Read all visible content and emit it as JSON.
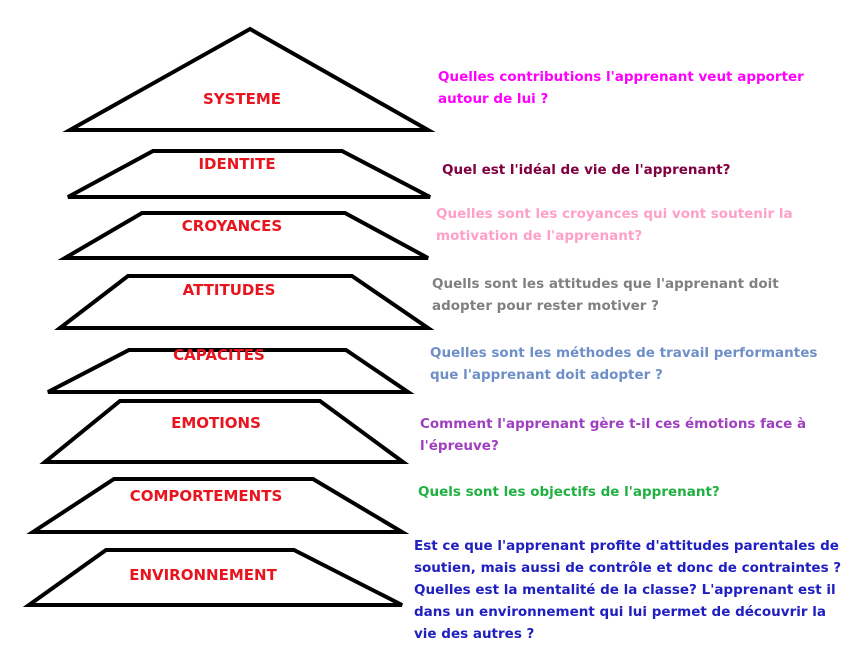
{
  "levels": [
    {
      "label": "SYSTEME",
      "question": "Quelles contributions l'apprenant veut apporter autour de lui ?",
      "color": "#ff00ff"
    },
    {
      "label": "IDENTITE",
      "question": "Quel est l'idéal de vie de l'apprenant?",
      "color": "#800040"
    },
    {
      "label": "CROYANCES",
      "question": "Quelles sont les croyances qui vont soutenir la motivation de l'apprenant?",
      "color": "#ffa0c8"
    },
    {
      "label": "ATTITUDES",
      "question": "Quells sont les attitudes que l'apprenant doit adopter pour rester motiver ?",
      "color": "#808080"
    },
    {
      "label": "CAPACITES",
      "question": "Quelles sont les méthodes de travail performantes que l'apprenant doit adopter ?",
      "color": "#6e8fc8"
    },
    {
      "label": "EMOTIONS",
      "question": "Comment l'apprenant gère t-il ces émotions face à l'épreuve?",
      "color": "#a040c0"
    },
    {
      "label": "COMPORTEMENTS",
      "question": "Quels sont les objectifs de l'apprenant?",
      "color": "#20b040"
    },
    {
      "label": "ENVIRONNEMENT",
      "question": "Est ce que l'apprenant profite d'attitudes parentales de soutien, mais aussi de contrôle et donc de contraintes ? Quelles est la mentalité de la classe? L'apprenant est il dans un environnement qui lui permet de découvrir la vie des autres ?",
      "color": "#2020c0"
    }
  ]
}
